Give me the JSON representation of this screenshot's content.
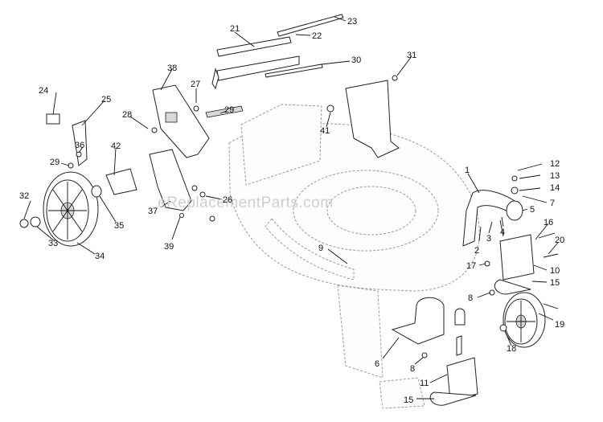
{
  "watermark": "eReplacementParts.com",
  "callouts": [
    "1",
    "2",
    "3",
    "4",
    "5",
    "6",
    "7",
    "8",
    "8",
    "9",
    "10",
    "11",
    "12",
    "13",
    "14",
    "15",
    "15",
    "16",
    "17",
    "18",
    "19",
    "20",
    "21",
    "22",
    "23",
    "24",
    "25",
    "26",
    "27",
    "28",
    "29",
    "29",
    "30",
    "31",
    "32",
    "33",
    "34",
    "35",
    "36",
    "37",
    "38",
    "39",
    "41",
    "42"
  ]
}
